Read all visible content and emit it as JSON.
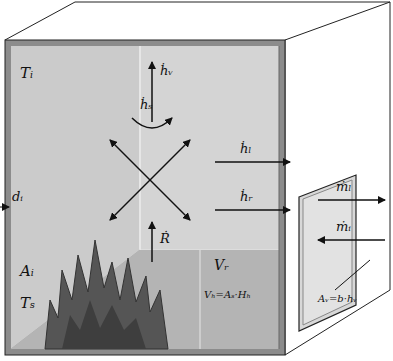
{
  "diagram": {
    "labels": [
      "Tᵢ",
      "dᵢ",
      "Aᵢ",
      "Tₛ",
      "ḣᵥ",
      "ḣₛ",
      "ḣₗ",
      "ḣᵣ",
      "ṁₗ",
      "ṁᵢ",
      "Ṙ",
      "Vᵣ",
      "Vₕ=Aₛ·Hₕ",
      "Aᵥ=b·hᵥ"
    ]
  }
}
